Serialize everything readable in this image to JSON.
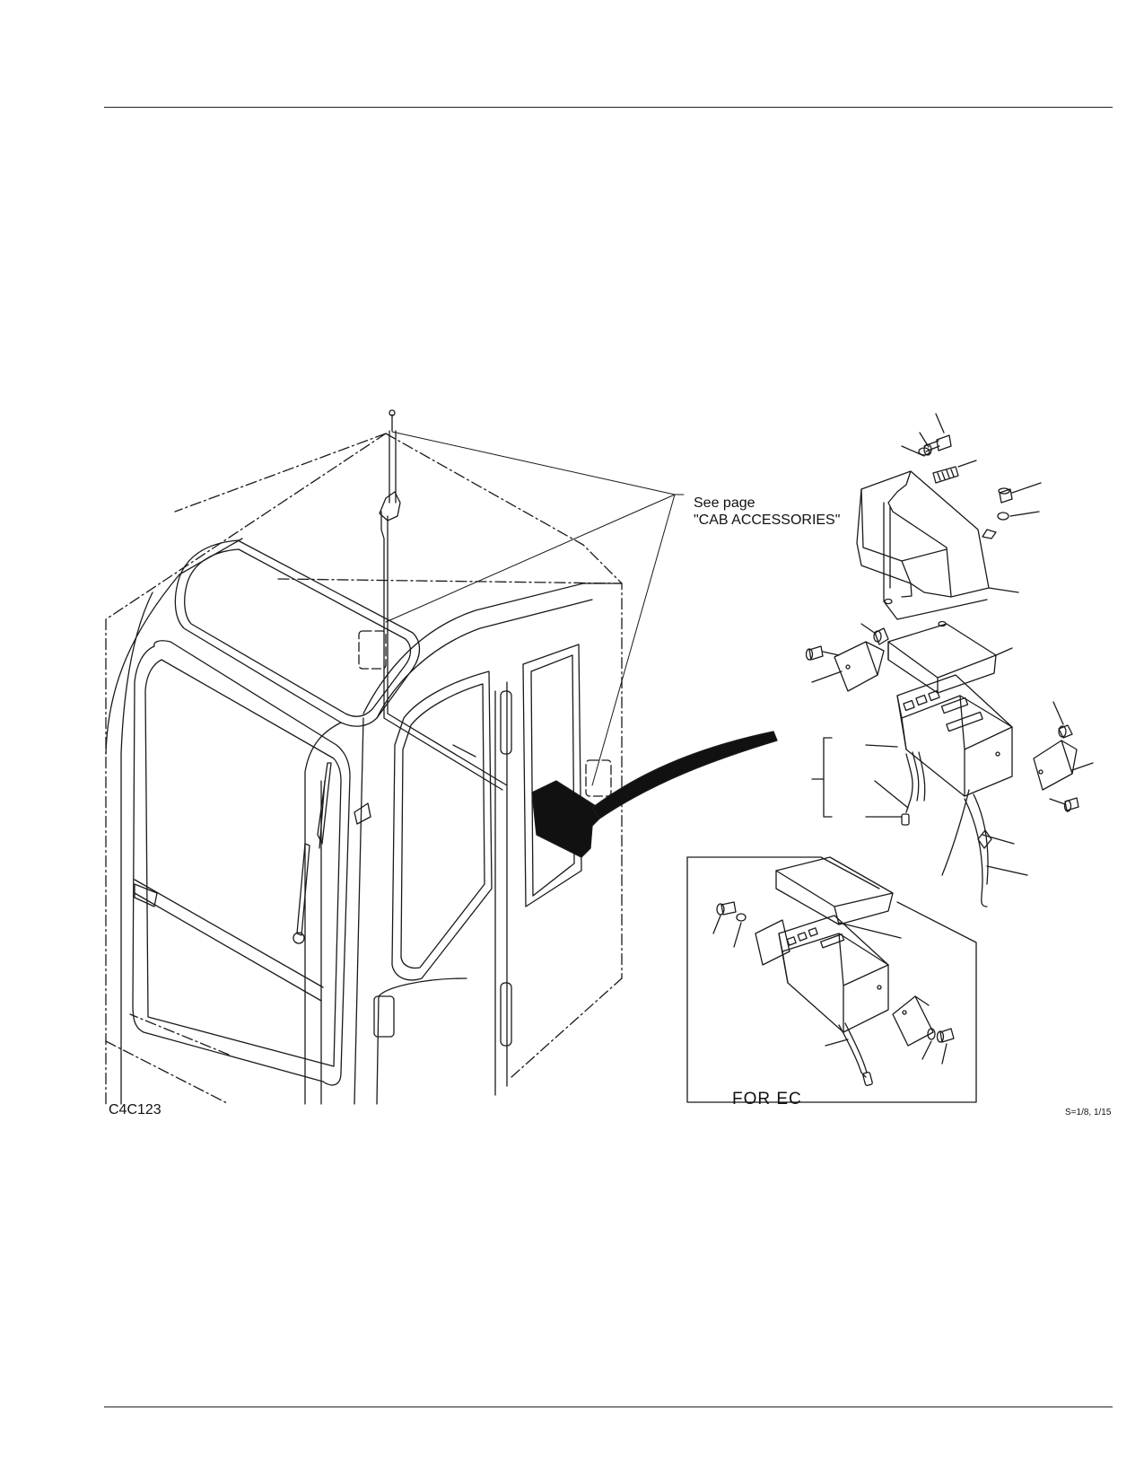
{
  "figure": {
    "code": "C4C123",
    "scale": "S=1/8, 1/15"
  },
  "reference_note": {
    "line1": "See page",
    "line2": "\"CAB ACCESSORIES\""
  },
  "inset": {
    "label": "FOR EC"
  },
  "colors": {
    "line": "#1a1a1a",
    "background": "#ffffff"
  }
}
